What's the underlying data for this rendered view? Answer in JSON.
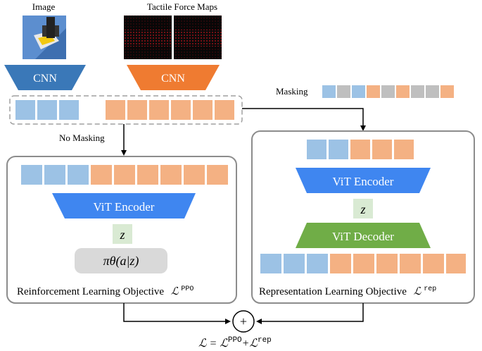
{
  "colors": {
    "cnn_blue": "#3a78b8",
    "cnn_orange": "#ef7b31",
    "token_blue": "#9cc2e5",
    "token_orange": "#f4b183",
    "token_gray": "#bfbfbf",
    "vit_blue": "#3f86f0",
    "vit_green": "#70ad47",
    "z_green": "#d9ead3",
    "policy_gray": "#d9d9d9",
    "panel_border": "#8c8c8c"
  },
  "inputs": {
    "image_label": "Image",
    "tactile_label": "Tactile Force Maps",
    "cnn_left_label": "CNN",
    "cnn_right_label": "CNN"
  },
  "masking_label": "Masking",
  "masked_sequence": [
    "blue",
    "gray",
    "blue",
    "orange",
    "gray",
    "orange",
    "gray",
    "gray",
    "orange"
  ],
  "no_masking_label": "No Masking",
  "left_panel": {
    "encoder_label": "ViT Encoder",
    "z_label": "z",
    "policy_label": "πθ(a|z)",
    "objective_label": "Reinforcement Learning Objective",
    "objective_symbol": "ℒ",
    "objective_sup": "PPO"
  },
  "right_panel": {
    "encoder_label": "ViT Encoder",
    "z_label": "z",
    "decoder_label": "ViT Decoder",
    "objective_label": "Representation Learning Objective",
    "objective_symbol": "ℒ",
    "objective_sup": "rep"
  },
  "sum_symbol": "+",
  "total_loss": {
    "lhs": "ℒ = ℒ",
    "sup1": "PPO",
    "plus": "+ℒ",
    "sup2": "rep"
  }
}
